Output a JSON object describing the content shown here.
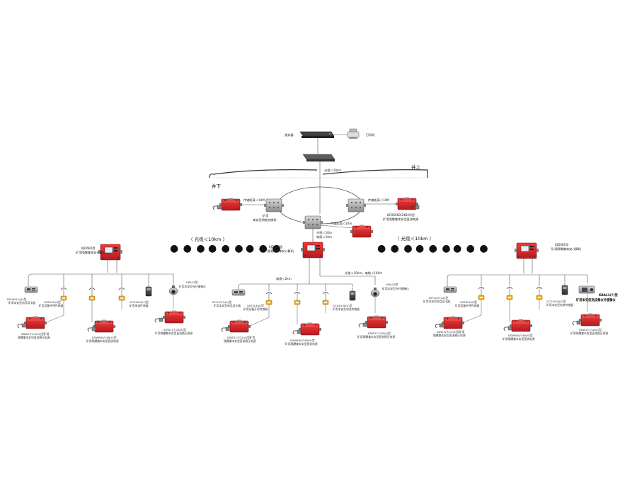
{
  "surface": {
    "above": "井上",
    "below": "井下"
  },
  "top": {
    "server": "服务器",
    "printer": "打印机",
    "fiber_top": "光缆＜20km"
  },
  "ring": {
    "switch_left": [
      "矿用",
      "本安型网络交换机"
    ],
    "dist_left": "传输距离＜10M",
    "dist_right": "传输距离＜10M",
    "dist_bottom": "传输距离＜10m",
    "ps_right": [
      "KCXK660/24B(X)型",
      "矿用隔爆兼本安型直流电源"
    ],
    "fiber_down": [
      "光缆＜10m",
      "电缆＜10m"
    ]
  },
  "fiber_left": "（ 光缆＜10km ）",
  "fiber_right": "（ 光缆＜10km ）",
  "computers": {
    "left": [
      "KJD660型",
      "矿用隔爆兼本安计算机"
    ],
    "center": [
      "KJD660型",
      "矿用隔爆兼本安计算机"
    ],
    "right": [
      "KJD660型",
      "矿用隔爆兼本安计算机"
    ]
  },
  "left_group": {
    "reader": [
      "DFH60(?)(A)型",
      "矿用本安型电话读卡器"
    ],
    "sensor": [
      "GKT5L3(A)型",
      "矿用设备开停传感器"
    ],
    "cooler": [
      "GCD1000(?)型",
      "矿用电流传感器"
    ],
    "camera": [
      "KBA19型",
      "矿用本安型光纤摄像仪"
    ],
    "ps1": [
      "KDW127/12(A)型矿用",
      "隔爆兼本安型直流稳压电源"
    ],
    "ps2": [
      "KDW660/24B(X)型",
      "矿用隔爆兼本安型直流电源"
    ],
    "ps3": [
      "KDW127/18(A)型",
      "矿用隔爆兼本安型直流稳压电源"
    ]
  },
  "center_group": {
    "cable": "电缆＜2km",
    "fiber_cable": "光缆＜10km，电缆＜100m",
    "reader": [
      "DFH10(?)(A)型",
      "矿用本安型电话读卡器"
    ],
    "sensor": [
      "GKT5L3(A)型",
      "矿用设备开停传感器"
    ],
    "cooler": [
      "GCD1000(A)型",
      "矿用本安型电流传感器"
    ],
    "camera": [
      "KBA18型",
      "矿用本安型光纤摄像仪"
    ],
    "ps1": [
      "KDW127/12(A)型矿用",
      "隔爆兼本安型直流稳压电源"
    ],
    "ps2": [
      "KDW660/24B(X)型",
      "矿用隔爆兼本安型直流电源"
    ],
    "ps3": [
      "KDW127/18(A)型",
      "矿用隔爆兼本安型直流稳压电源"
    ]
  },
  "right_group": {
    "reader": [
      "DFH10(?)(A)型",
      "矿用本安型电话读卡器"
    ],
    "sensor": [
      "GKT5L3(A)型",
      "矿用设备开停传感器"
    ],
    "cooler": [
      "GCD1000(A)型",
      "矿用本安型电流传感器"
    ],
    "camera": [
      "KBA12(?)型",
      "矿用本安型热成像仪外摄像仪"
    ],
    "ps1": [
      "KDW127/12(A)型矿用",
      "隔爆兼本安型直流稳压电源"
    ],
    "ps2": [
      "KDW660/24B(X)型",
      "矿用隔爆兼本安型直流电源"
    ],
    "ps3": [
      "KDW127/18(A)型",
      "矿用隔爆兼本安型直流稳压电源"
    ]
  },
  "ellipsis": "● ● ●",
  "colors": {
    "box_red": "#d8262b",
    "line": "#555555",
    "ground": "#333333"
  }
}
